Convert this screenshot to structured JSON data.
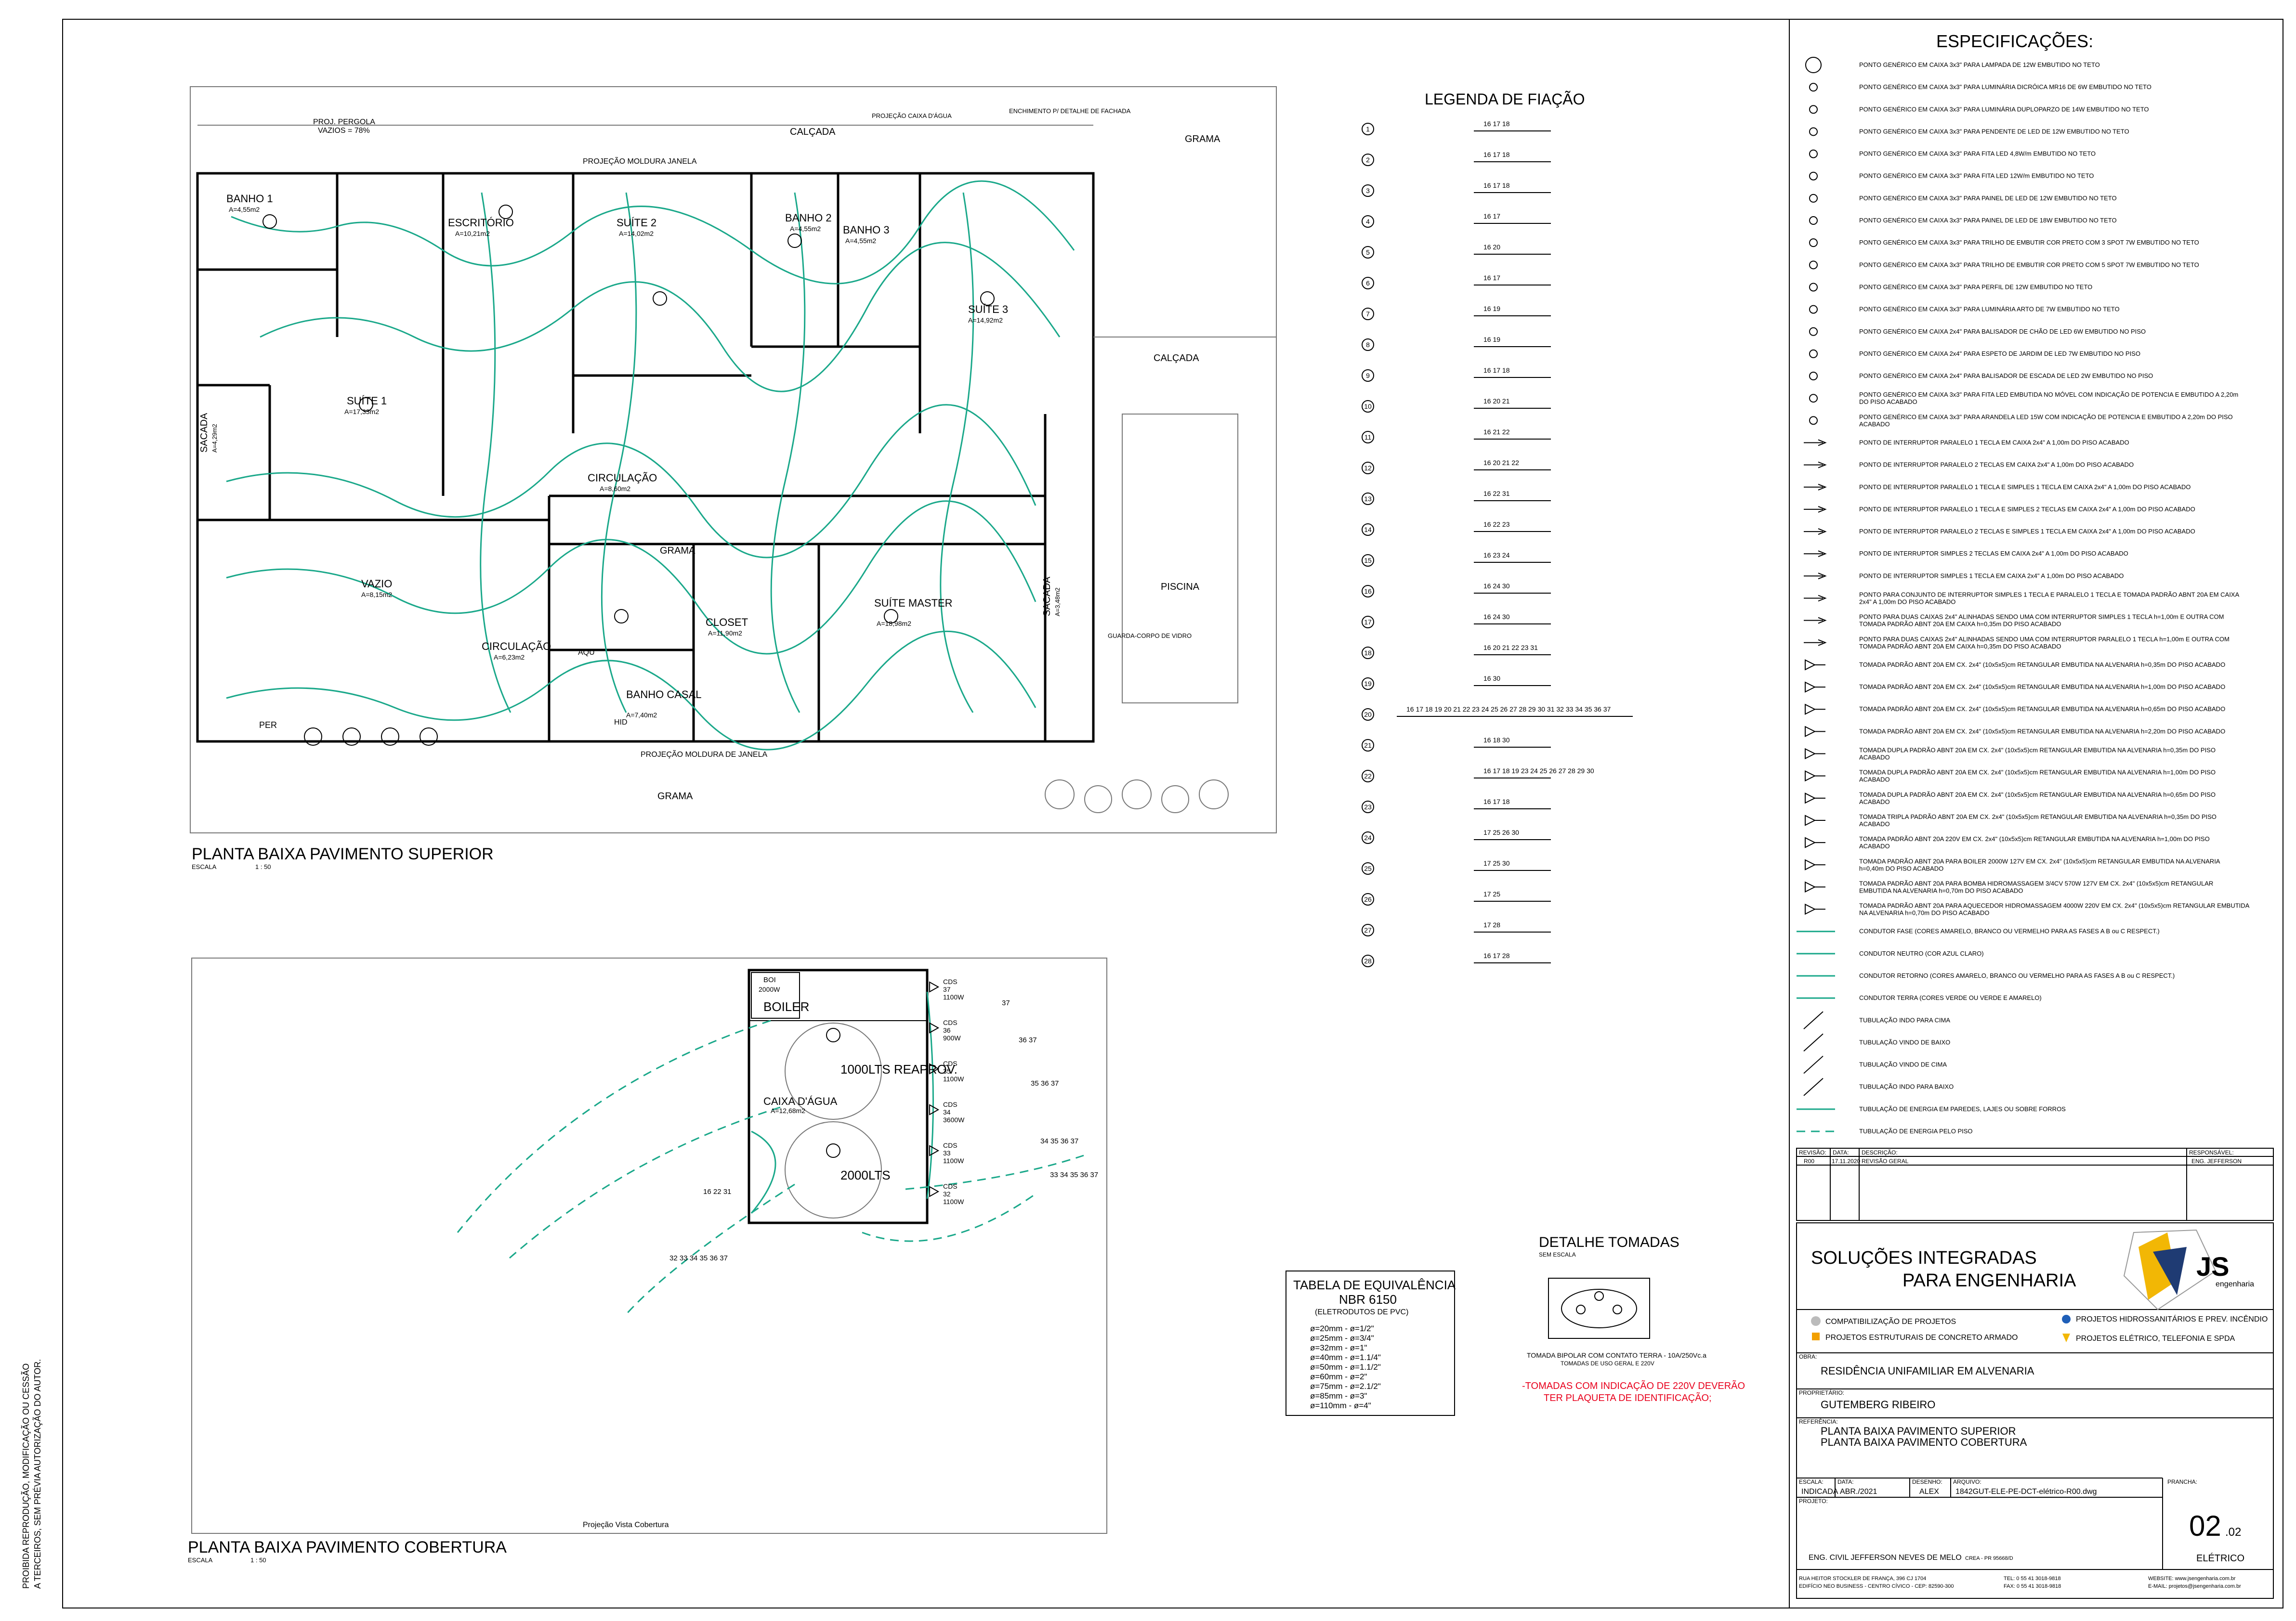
{
  "plan_superior": {
    "title": "PLANTA BAIXA PAVIMENTO SUPERIOR",
    "escala_label": "ESCALA",
    "escala_value": "1 : 50",
    "rooms": [
      {
        "name": "BANHO 1",
        "area": "A=4,55m2"
      },
      {
        "name": "ESCRITÓRIO",
        "area": "A=10,21m2"
      },
      {
        "name": "SUÍTE 2",
        "area": "A=14,02m2"
      },
      {
        "name": "BANHO 2",
        "area": "A=4,55m2"
      },
      {
        "name": "BANHO 3",
        "area": "A=4,55m2"
      },
      {
        "name": "SUÍTE 3",
        "area": "A=14,92m2"
      },
      {
        "name": "SUÍTE 1",
        "area": "A=17,33m2"
      },
      {
        "name": "CIRCULAÇÃO",
        "area": "A=8,60m2"
      },
      {
        "name": "VAZIO",
        "area": "A=8,15m2"
      },
      {
        "name": "CIRCULAÇÃO",
        "area": "A=6,23m2"
      },
      {
        "name": "CLOSET",
        "area": "A=11,90m2"
      },
      {
        "name": "SUÍTE MASTER",
        "area": "A=18,98m2"
      },
      {
        "name": "BANHO CASAL",
        "area": "A=7,40m2"
      },
      {
        "name": "SACADA",
        "area": "A=4,29m2"
      },
      {
        "name": "SACADA",
        "area": "A=3,48m2"
      }
    ],
    "labels": {
      "calcada_top": "CALÇADA",
      "grama_top": "GRAMA",
      "calcada_right": "CALÇADA",
      "piscina": "PISCINA",
      "grama_mid": "GRAMA",
      "grama_bottom": "GRAMA",
      "proj_pergola": "PROJ. PERGOLA",
      "vazios": "VAZIOS = 78%",
      "projecao_caixa": "PROJEÇÃO CAIXA D'ÁGUA",
      "enchimento": "ENCHIMENTO P/ DETALHE DE FACHADA",
      "proj_moldura_top": "PROJEÇÃO MOLDURA JANELA",
      "proj_moldura_bottom": "PROJEÇÃO MOLDURA DE JANELA",
      "guarda_corpo": "GUARDA-CORPO DE VIDRO",
      "per": "PER",
      "aqu": "AQU",
      "hid": "HID"
    }
  },
  "plan_cobertura": {
    "title": "PLANTA BAIXA PAVIMENTO COBERTURA",
    "escala_label": "ESCALA",
    "escala_value": "1 : 50",
    "boiler": "BOILER",
    "reaprov": "1000LTS REAPROV.",
    "caixa": "CAIXA D'ÁGUA",
    "caixa_area": "A=12,68m2",
    "lts2000": "2000LTS",
    "boi_tag": "BOI",
    "boi_power": "2000W",
    "projecao": "Projeção Vista Cobertura",
    "cds": [
      {
        "label": "CDS",
        "num": "37",
        "power": "1100W"
      },
      {
        "label": "CDS",
        "num": "36",
        "power": "900W"
      },
      {
        "label": "CDS",
        "num": "35",
        "power": "1100W"
      },
      {
        "label": "CDS",
        "num": "34",
        "power": "3600W"
      },
      {
        "label": "CDS",
        "num": "33",
        "power": "1100W"
      },
      {
        "label": "CDS",
        "num": "32",
        "power": "1100W"
      }
    ],
    "circuit_groups": [
      "37",
      "36 37",
      "35 36 37",
      "34 35 36 37",
      "33 34 35 36 37",
      "16 22 31",
      "32 33 34 35 36 37"
    ]
  },
  "legenda": {
    "title": "LEGENDA DE FIAÇÃO",
    "rows": [
      {
        "n": "1",
        "circ": "16  17  18"
      },
      {
        "n": "2",
        "circ": "16  17  18"
      },
      {
        "n": "3",
        "circ": "16  17  18"
      },
      {
        "n": "4",
        "circ": "16  17"
      },
      {
        "n": "5",
        "circ": "16  20"
      },
      {
        "n": "6",
        "circ": "16  17"
      },
      {
        "n": "7",
        "circ": "16  19"
      },
      {
        "n": "8",
        "circ": "16  19"
      },
      {
        "n": "9",
        "circ": "16  17  18"
      },
      {
        "n": "10",
        "circ": "16  20  21"
      },
      {
        "n": "11",
        "circ": "16  21  22"
      },
      {
        "n": "12",
        "circ": "16  20  21  22"
      },
      {
        "n": "13",
        "circ": "16  22  31"
      },
      {
        "n": "14",
        "circ": "16  22  23"
      },
      {
        "n": "15",
        "circ": "16  23  24"
      },
      {
        "n": "16",
        "circ": "16  24  30"
      },
      {
        "n": "17",
        "circ": "16  24  30"
      },
      {
        "n": "18",
        "circ": "16  20  21  22  23  31"
      },
      {
        "n": "19",
        "circ": "16  30"
      },
      {
        "n": "20",
        "circ": "16  17  18  19  20  21  22  23  24  25  26  27  28  29  30  31  32  33  34  35  36  37"
      },
      {
        "n": "21",
        "circ": "16  18  30"
      },
      {
        "n": "22",
        "circ": "16  17  18  19  23  24  25  26  27  28  29  30"
      },
      {
        "n": "23",
        "circ": "16  17  18"
      },
      {
        "n": "24",
        "circ": "17  25  26  30"
      },
      {
        "n": "25",
        "circ": "17  25  30"
      },
      {
        "n": "26",
        "circ": "17  25"
      },
      {
        "n": "27",
        "circ": "17  28"
      },
      {
        "n": "28",
        "circ": "16  17  28"
      }
    ]
  },
  "detalhe": {
    "title": "DETALHE TOMADAS",
    "subtitle": "SEM ESCALA",
    "desc1": "TOMADA BIPOLAR COM CONTATO TERRA - 10A/250Vc.a",
    "desc2": "TOMADAS DE USO GERAL E 220V",
    "note1": "-TOMADAS COM INDICAÇÃO DE 220V DEVERÃO",
    "note2": "TER PLAQUETA DE IDENTIFICAÇÃO;"
  },
  "tabela": {
    "title1": "TABELA DE EQUIVALÊNCIA",
    "title2": "NBR 6150",
    "subtitle": "(ELETRODUTOS DE PVC)",
    "rows": [
      "ø=20mm  -  ø=1/2\"",
      "ø=25mm  -  ø=3/4\"",
      "ø=32mm  -  ø=1\"",
      "ø=40mm  -  ø=1.1/4\"",
      "ø=50mm  -  ø=1.1/2\"",
      "ø=60mm  -  ø=2\"",
      "ø=75mm  -  ø=2.1/2\"",
      "ø=85mm  -  ø=3\"",
      "ø=110mm  -  ø=4\""
    ]
  },
  "especificacoes": {
    "title": "ESPECIFICAÇÕES:",
    "items": [
      "PONTO GENÉRICO EM CAIXA 3x3\" PARA LAMPADA DE 12W EMBUTIDO NO TETO",
      "PONTO GENÉRICO EM CAIXA 3x3\" PARA LUMINÁRIA DICRÓICA MR16 DE 6W EMBUTIDO NO TETO",
      "PONTO GENÉRICO EM CAIXA 3x3\" PARA LUMINÁRIA DUPLOPARZO DE 14W EMBUTIDO NO TETO",
      "PONTO GENÉRICO EM CAIXA 3x3\" PARA PENDENTE DE LED DE 12W EMBUTIDO NO TETO",
      "PONTO GENÉRICO EM CAIXA 3x3\" PARA FITA LED 4,8W/m EMBUTIDO NO TETO",
      "PONTO GENÉRICO EM CAIXA 3x3\" PARA FITA LED 12W/m EMBUTIDO NO TETO",
      "PONTO GENÉRICO EM CAIXA 3x3\" PARA PAINEL DE LED DE 12W EMBUTIDO NO TETO",
      "PONTO GENÉRICO EM CAIXA 3x3\" PARA PAINEL DE LED DE 18W EMBUTIDO NO TETO",
      "PONTO GENÉRICO EM CAIXA 3x3\" PARA TRILHO DE EMBUTIR COR PRETO COM 3 SPOT 7W EMBUTIDO NO TETO",
      "PONTO GENÉRICO EM CAIXA 3x3\" PARA TRILHO DE EMBUTIR COR PRETO COM 5 SPOT 7W EMBUTIDO NO TETO",
      "PONTO GENÉRICO EM CAIXA 3x3\" PARA PERFIL DE 12W EMBUTIDO NO TETO",
      "PONTO GENÉRICO EM CAIXA 3x3\" PARA LUMINÁRIA ARTO DE 7W EMBUTIDO NO TETO",
      "PONTO GENÉRICO EM CAIXA 2x4\" PARA BALISADOR DE CHÃO DE LED 6W EMBUTIDO NO PISO",
      "PONTO GENÉRICO EM CAIXA 2x4\" PARA ESPETO DE JARDIM DE LED 7W EMBUTIDO NO PISO",
      "PONTO GENÉRICO EM CAIXA 2x4\" PARA BALISADOR DE ESCADA DE LED 2W EMBUTIDO NO PISO",
      "PONTO GENÉRICO EM CAIXA 3x3\" PARA FITA LED EMBUTIDA NO MÓVEL COM INDICAÇÃO DE POTENCIA E EMBUTIDO A 2,20m DO PISO ACABADO",
      "PONTO GENÉRICO EM CAIXA 3x3\" PARA ARANDELA LED 15W COM INDICAÇÃO DE POTENCIA E EMBUTIDO A 2,20m DO PISO ACABADO",
      "PONTO DE INTERRUPTOR PARALELO 1 TECLA EM CAIXA 2x4\" A 1,00m DO PISO ACABADO",
      "PONTO DE INTERRUPTOR PARALELO 2 TECLAS EM CAIXA 2x4\" A 1,00m DO PISO ACABADO",
      "PONTO DE INTERRUPTOR PARALELO 1 TECLA E SIMPLES 1 TECLA EM CAIXA 2x4\" A 1,00m DO PISO ACABADO",
      "PONTO DE INTERRUPTOR PARALELO 1 TECLA E SIMPLES 2 TECLAS EM CAIXA 2x4\" A 1,00m DO PISO ACABADO",
      "PONTO DE INTERRUPTOR PARALELO 2 TECLAS E SIMPLES 1 TECLA EM CAIXA 2x4\" A 1,00m DO PISO ACABADO",
      "PONTO DE INTERRUPTOR SIMPLES 2 TECLAS EM CAIXA 2x4\" A 1,00m DO PISO ACABADO",
      "PONTO DE INTERRUPTOR SIMPLES 1 TECLA EM CAIXA 2x4\" A 1,00m DO PISO ACABADO",
      "PONTO PARA CONJUNTO DE INTERRUPTOR SIMPLES 1 TECLA E PARALELO 1 TECLA E TOMADA PADRÃO ABNT 20A EM CAIXA 2x4\" A 1,00m DO PISO ACABADO",
      "PONTO PARA DUAS CAIXAS 2x4\" ALINHADAS SENDO UMA COM INTERRUPTOR SIMPLES 1 TECLA h=1,00m E OUTRA COM TOMADA PADRÃO ABNT 20A EM CAIXA h=0,35m DO PISO ACABADO",
      "PONTO PARA DUAS CAIXAS 2x4\" ALINHADAS SENDO UMA COM INTERRUPTOR PARALELO 1 TECLA h=1,00m E OUTRA COM TOMADA PADRÃO ABNT 20A EM CAIXA h=0,35m DO PISO ACABADO",
      "TOMADA PADRÃO ABNT 20A EM CX. 2x4\" (10x5x5)cm RETANGULAR EMBUTIDA NA ALVENARIA h=0,35m DO PISO ACABADO",
      "TOMADA PADRÃO ABNT 20A EM CX. 2x4\" (10x5x5)cm RETANGULAR EMBUTIDA NA ALVENARIA h=1,00m DO PISO ACABADO",
      "TOMADA PADRÃO ABNT 20A EM CX. 2x4\" (10x5x5)cm RETANGULAR EMBUTIDA NA ALVENARIA h=0,65m DO PISO ACABADO",
      "TOMADA PADRÃO ABNT 20A EM CX. 2x4\" (10x5x5)cm RETANGULAR EMBUTIDA NA ALVENARIA h=2,20m DO PISO ACABADO",
      "TOMADA DUPLA PADRÃO ABNT 20A EM CX. 2x4\" (10x5x5)cm RETANGULAR EMBUTIDA NA ALVENARIA h=0,35m DO PISO ACABADO",
      "TOMADA DUPLA PADRÃO ABNT 20A EM CX. 2x4\" (10x5x5)cm RETANGULAR EMBUTIDA NA ALVENARIA h=1,00m DO PISO ACABADO",
      "TOMADA DUPLA PADRÃO ABNT 20A EM CX. 2x4\" (10x5x5)cm RETANGULAR EMBUTIDA NA ALVENARIA h=0,65m DO PISO ACABADO",
      "TOMADA TRIPLA PADRÃO ABNT 20A EM CX. 2x4\" (10x5x5)cm RETANGULAR EMBUTIDA NA ALVENARIA h=0,35m DO PISO ACABADO",
      "TOMADA PADRÃO ABNT 20A 220V EM CX. 2x4\" (10x5x5)cm RETANGULAR EMBUTIDA NA ALVENARIA h=1,00m DO PISO ACABADO",
      "TOMADA PADRÃO ABNT 20A PARA BOILER 2000W 127V EM CX. 2x4\" (10x5x5)cm RETANGULAR EMBUTIDA NA ALVENARIA h=0,40m DO PISO ACABADO",
      "TOMADA PADRÃO ABNT 20A PARA BOMBA HIDROMASSAGEM 3/4CV 570W 127V EM CX. 2x4\" (10x5x5)cm RETANGULAR EMBUTIDA NA ALVENARIA h=0,70m DO PISO ACABADO",
      "TOMADA PADRÃO ABNT 20A PARA AQUECEDOR HIDROMASSAGEM 4000W 220V EM CX. 2x4\" (10x5x5)cm RETANGULAR EMBUTIDA NA ALVENARIA h=0,70m DO PISO ACABADO",
      "CONDUTOR FASE (CORES AMARELO, BRANCO OU VERMELHO PARA AS FASES A B ou C RESPECT.)",
      "CONDUTOR NEUTRO (COR AZUL CLARO)",
      "CONDUTOR RETORNO (CORES AMARELO, BRANCO OU VERMELHO PARA AS FASES A B ou C RESPECT.)",
      "CONDUTOR TERRA (CORES VERDE OU VERDE E AMARELO)",
      "TUBULAÇÃO INDO PARA CIMA",
      "TUBULAÇÃO VINDO DE BAIXO",
      "TUBULAÇÃO VINDO DE CIMA",
      "TUBULAÇÃO INDO PARA BAIXO",
      "TUBULAÇÃO DE ENERGIA EM PAREDES, LAJES OU SOBRE FORROS",
      "TUBULAÇÃO DE ENERGIA PELO PISO"
    ]
  },
  "revisao": {
    "h_revisao": "REVISÃO:",
    "h_data": "DATA:",
    "h_descricao": "DESCRIÇÃO:",
    "h_responsavel": "RESPONSÁVEL:",
    "rev": "R00",
    "data": "17.11.2020",
    "descricao": "REVISÃO GERAL",
    "responsavel": "ENG. JEFFERSON"
  },
  "carimbo": {
    "company1": "SOLUÇÕES INTEGRADAS",
    "company2": "PARA ENGENHARIA",
    "logo_text": "JS",
    "logo_sub": "engenharia",
    "services": [
      "COMPATIBILIZAÇÃO DE PROJETOS",
      "PROJETOS ESTRUTURAIS DE CONCRETO ARMADO",
      "PROJETOS HIDROSSANITÁRIOS E PREV. INCÊNDIO",
      "PROJETOS ELÉTRICO, TELEFONIA E SPDA"
    ],
    "obra_label": "OBRA:",
    "obra": "RESIDÊNCIA UNIFAMILIAR EM ALVENARIA",
    "proprietario_label": "PROPRIETÁRIO:",
    "proprietario": "GUTEMBERG RIBEIRO",
    "referencia_label": "REFERÊNCIA:",
    "referencia1": "PLANTA BAIXA PAVIMENTO SUPERIOR",
    "referencia2": "PLANTA BAIXA PAVIMENTO COBERTURA",
    "escala_label": "ESCALA:",
    "escala": "INDICADA",
    "data_label": "DATA:",
    "data": "ABR./2021",
    "desenho_label": "DESENHO:",
    "desenho": "ALEX",
    "arquivo_label": "ARQUIVO:",
    "arquivo": "1842GUT-ELE-PE-DCT-elétrico-R00.dwg",
    "prancha_label": "PRANCHA:",
    "prancha": "02",
    "prancha_sub": ".02",
    "projeto_label": "PROJETO:",
    "disciplina": "ELÉTRICO",
    "engenheiro": "ENG. CIVIL JEFFERSON NEVES DE MELO",
    "crea": "CREA - PR 95668/D",
    "endereco1": "RUA HEITOR STOCKLER DE FRANÇA, 396 CJ 1704",
    "endereco2": "EDIFÍCIO NEO BUSINESS - CENTRO CÍVICO - CEP: 82590-300",
    "tel": "TEL: 0 55 41 3018-9818",
    "fax": "FAX: 0 55 41 3018-9818",
    "website": "WEBSITE: www.jsengenharia.com.br",
    "email": "E-MAIL: projetos@jsengenharia.com.br"
  },
  "margin_note": {
    "line1": "PROIBIDA REPRODUÇÃO, MODIFICAÇÃO OU CESSÃO",
    "line2": "A TERCEIROS, SEM PRÉVIA AUTORIZAÇÃO DO AUTOR."
  },
  "colors": {
    "wire": "#1aa88a",
    "note_red": "#e8001c",
    "logo_blue": "#1f3b73",
    "logo_yellow": "#f2b705"
  }
}
